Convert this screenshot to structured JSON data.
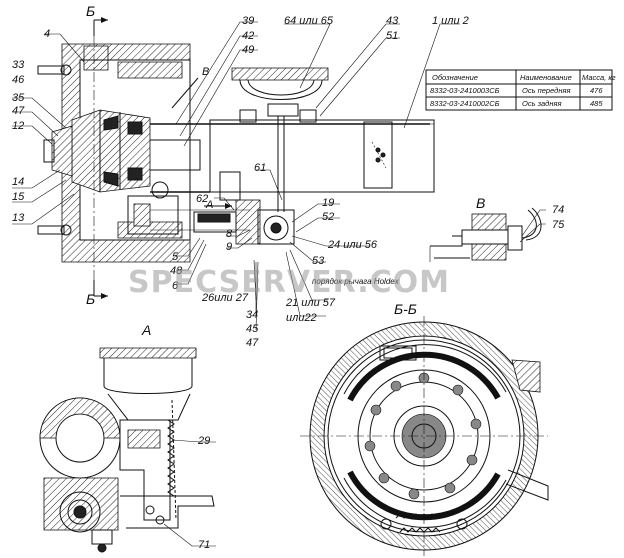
{
  "section_marks": {
    "top": "Б",
    "bottom": "Б",
    "view_v": "В",
    "arrow_a": "А"
  },
  "callouts": {
    "c4": "4",
    "c33": "33",
    "c46": "46",
    "c35": "35",
    "c47": "47",
    "c12": "12",
    "c14": "14",
    "c15": "15",
    "c13": "13",
    "c39": "39",
    "c42": "42",
    "c49": "49",
    "c64": "64 или 65",
    "c43": "43",
    "c51": "51",
    "c1": "1 или 2",
    "c61": "61",
    "c62": "62",
    "c19": "19",
    "c52": "52",
    "c24": "24 или 56",
    "c53": "53",
    "c8": "8",
    "c9": "9",
    "c5": "5",
    "c48": "48",
    "c6": "6",
    "c26": "26или 27",
    "c21": "21 или 57",
    "c22": "или22",
    "c34": "34",
    "c45": "45",
    "c47b": "47",
    "c74": "74",
    "c75": "75",
    "c29": "29",
    "c71": "71",
    "holdex": "порядок рычага Holdex"
  },
  "views": {
    "view_a": "А",
    "view_v": "В",
    "section_bb": "Б-Б"
  },
  "spec_table": {
    "headers": [
      "Обозначение",
      "Наименование",
      "Масса, кг"
    ],
    "rows": [
      [
        "8332-03-2410003СБ",
        "Ось передняя",
        "476"
      ],
      [
        "8332-03-2410002СБ",
        "Ось задняя",
        "485"
      ]
    ]
  },
  "watermark": "SPECSERVER.COM"
}
